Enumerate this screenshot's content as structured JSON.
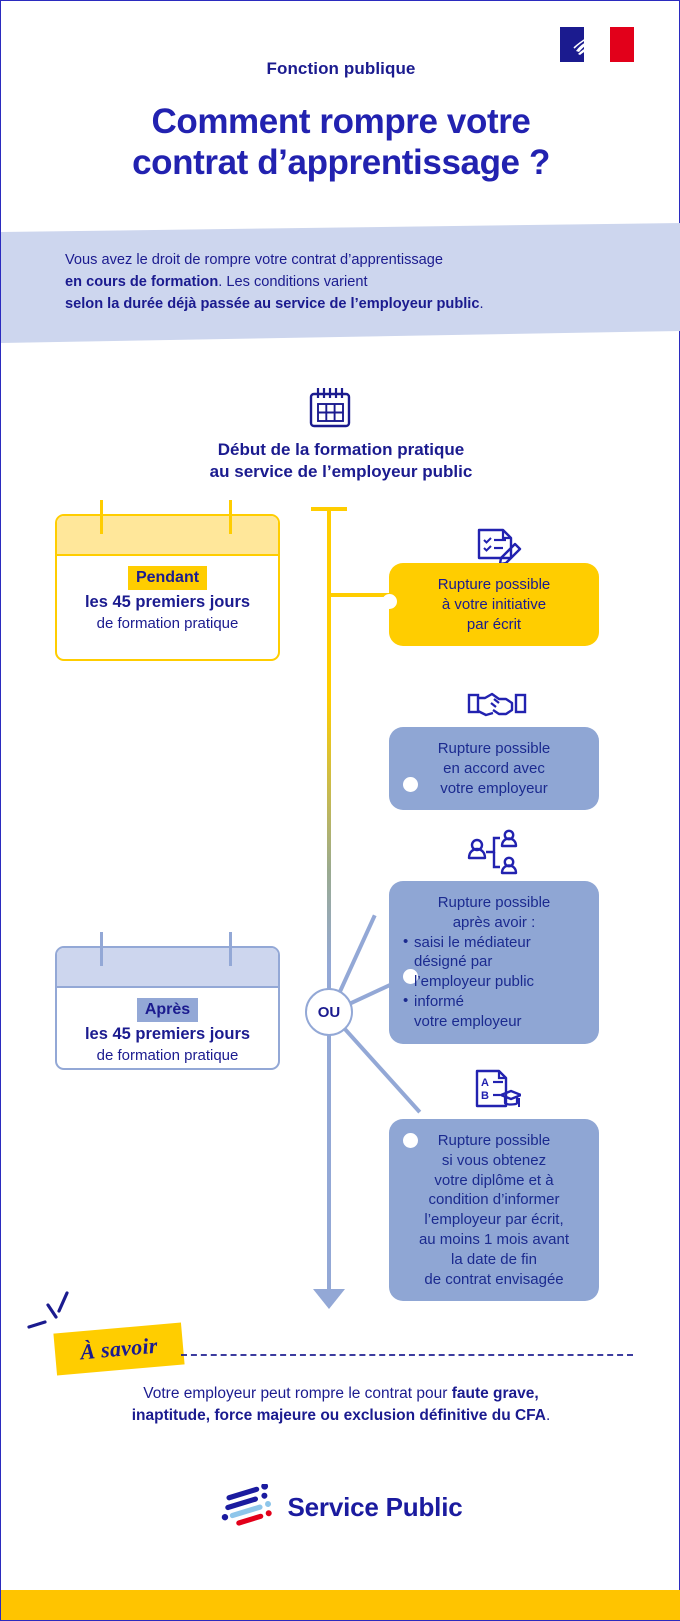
{
  "header": {
    "eyebrow": "Fonction publique",
    "title_line1": "Comment rompre votre",
    "title_line2": "contrat d’apprentissage ?",
    "flag_icon": "french-republic-flag-icon"
  },
  "intro": {
    "line1": "Vous avez le droit de rompre votre contrat d’apprentissage",
    "line2_bold": "en cours de formation",
    "line2_rest": ". Les conditions varient",
    "line3_bold": "selon la durée déjà passée au service de l’employeur public",
    "line3_rest": "."
  },
  "timeline": {
    "calendar_icon": "calendar-icon",
    "heading_line1": "Début de la formation pratique",
    "heading_line2": "au service de l’employeur public",
    "or_label": "OU"
  },
  "cards": [
    {
      "id": "pendant",
      "tag": "Pendant",
      "line1": "les 45 premiers jours",
      "line2": "de formation pratique",
      "accent": "#ffcd00"
    },
    {
      "id": "apres",
      "tag": "Après",
      "line1": "les 45 premiers jours",
      "line2": "de formation pratique",
      "accent": "#93a8d6"
    }
  ],
  "outcomes": [
    {
      "id": "initiative",
      "icon": "document-checklist-pencil-icon",
      "lines": [
        "Rupture possible",
        "à votre initiative",
        "par écrit"
      ],
      "color": "#ffcd00"
    },
    {
      "id": "accord",
      "icon": "handshake-icon",
      "lines": [
        "Rupture possible",
        "en accord avec",
        "votre employeur"
      ],
      "color": "#8fa6d4"
    },
    {
      "id": "mediateur",
      "icon": "mediator-people-icon",
      "lines": [
        "Rupture possible",
        "après avoir :"
      ],
      "bullets": [
        [
          "saisi le médiateur",
          "désigné par",
          "l’employeur public"
        ],
        [
          "informé",
          "votre employeur"
        ]
      ],
      "color": "#8fa6d4"
    },
    {
      "id": "diplome",
      "icon": "diploma-graduation-icon",
      "lines": [
        "Rupture possible",
        "si vous obtenez",
        "votre diplôme et à",
        "condition d’informer",
        "l’employeur par écrit,",
        "au moins 1 mois avant",
        "la date de fin",
        "de contrat envisagée"
      ],
      "color": "#8fa6d4"
    }
  ],
  "note": {
    "badge": "À savoir",
    "text_part1": "Votre employeur peut rompre le contrat pour ",
    "text_bold1": "faute grave,",
    "text_bold2": "inaptitude, force majeure ou exclusion définitive du CFA",
    "text_end": "."
  },
  "footer": {
    "logo_icon": "service-public-logo-icon",
    "wordmark": "Service Public"
  },
  "colors": {
    "brand_blue": "#1b1b8f",
    "title_blue": "#2222b0",
    "yellow": "#ffcd00",
    "light_blue": "#8fa6d4",
    "band_blue": "#cdd6ee",
    "bottom_bar": "#ffc400",
    "red": "#e2001a"
  }
}
